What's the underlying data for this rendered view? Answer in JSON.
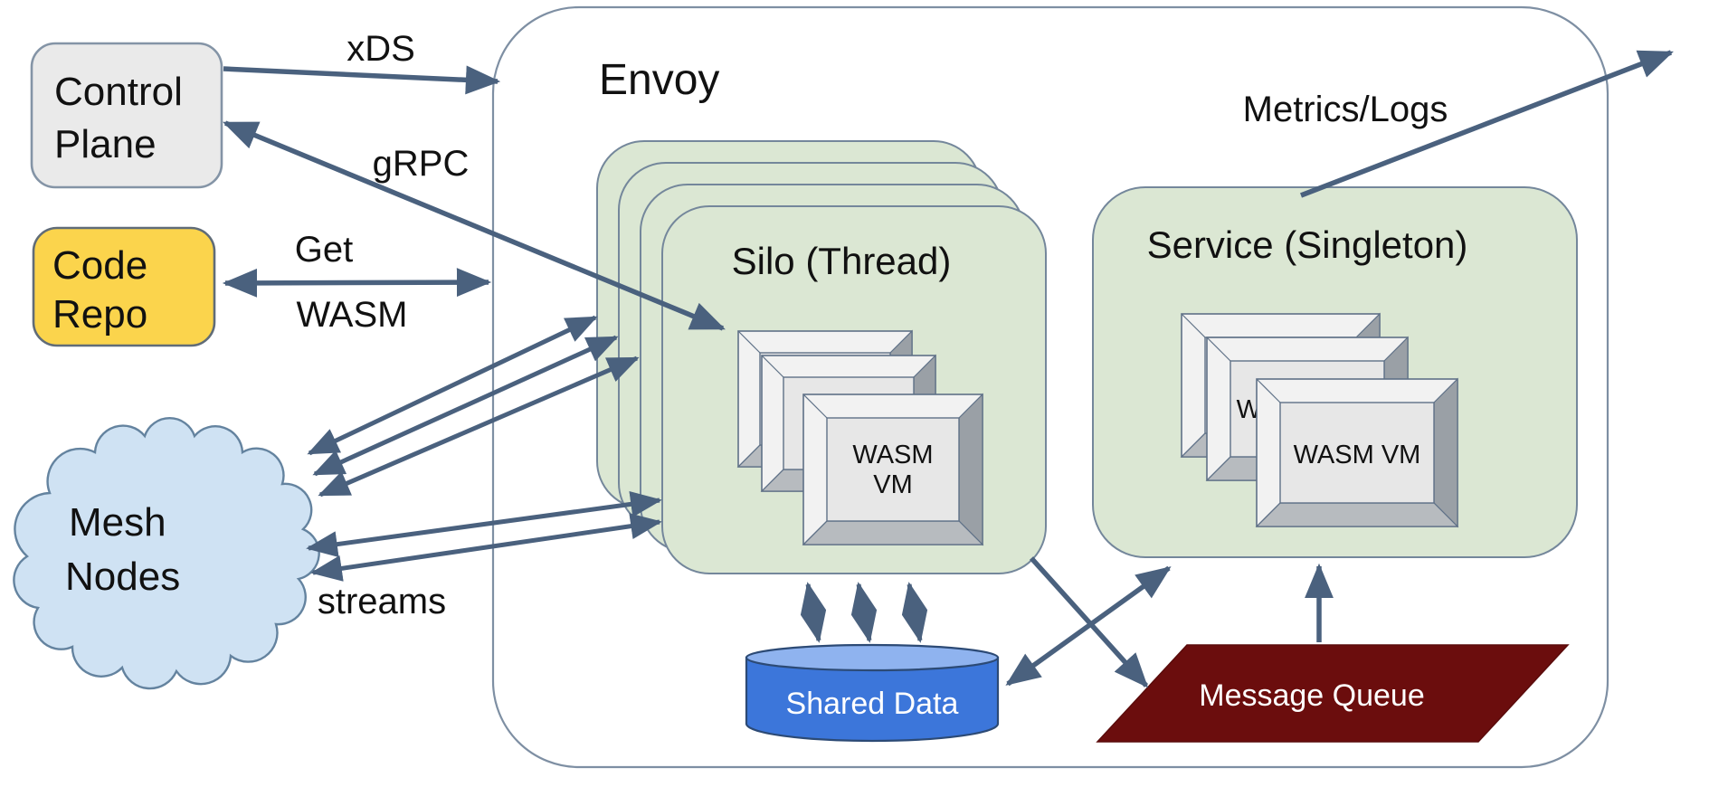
{
  "diagram": {
    "container_label": "Envoy",
    "nodes": {
      "control_plane": {
        "line1": "Control",
        "line2": "Plane"
      },
      "code_repo": {
        "line1": "Code",
        "line2": "Repo"
      },
      "mesh_nodes": {
        "line1": "Mesh",
        "line2": "Nodes"
      },
      "silo": {
        "label": "Silo (Thread)"
      },
      "silo_wasm_vm": {
        "line1": "WASM",
        "line2": "VM"
      },
      "service": {
        "label": "Service (Singleton)"
      },
      "service_wasm_vm": {
        "label": "WASM VM"
      },
      "shared_data": {
        "label": "Shared Data"
      },
      "message_queue": {
        "label": "Message Queue"
      }
    },
    "edge_labels": {
      "xds": "xDS",
      "grpc": "gRPC",
      "get": "Get",
      "wasm": "WASM",
      "streams": "streams",
      "metrics_logs": "Metrics/Logs"
    },
    "colors": {
      "arrow": "#4a617e",
      "container_border": "#7e8fa3",
      "green_fill": "#dbe7d3",
      "green_border": "#74879b",
      "gray_fill": "#eaeaea",
      "yellow_fill": "#fbd44c",
      "cloud_fill": "#cfe2f3",
      "cylinder_body": "#3c76da",
      "cylinder_top": "#8fb3ef",
      "queue_fill": "#6b0d0d"
    }
  }
}
